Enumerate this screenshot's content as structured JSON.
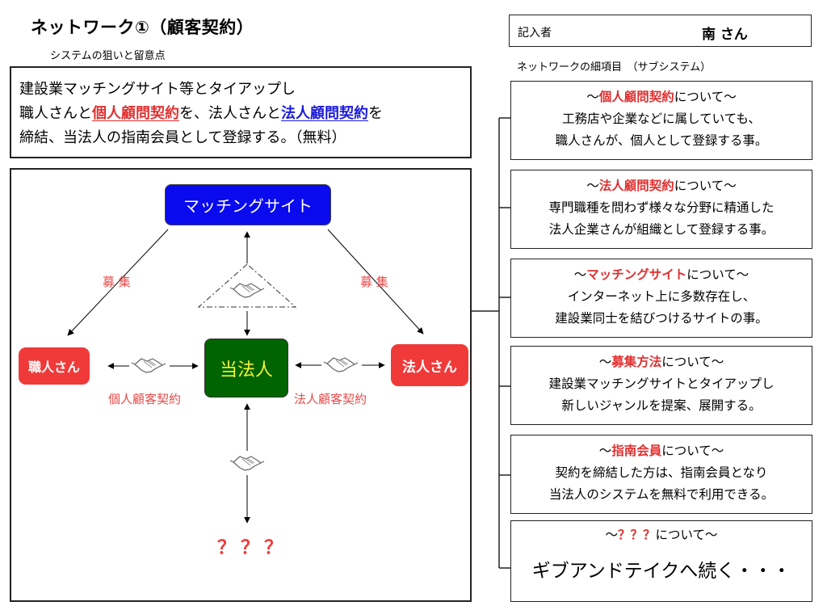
{
  "header": {
    "title": "ネットワーク①（顧客契約）",
    "subtitle": "システムの狙いと留意点",
    "writer_label": "記入者",
    "writer_name": "南 さん",
    "subsystem_label": "ネットワークの細項目　（サブシステム）"
  },
  "aim": {
    "line1": "建設業マッチングサイト等とタイアップし",
    "line2_pre": "職人さんと",
    "line2_red": "個人顧問契約",
    "line2_mid": "を、法人さんと",
    "line2_blue": "法人顧問契約",
    "line2_post": "を",
    "line3": "締結、当法人の指南会員として登録する。（無料）"
  },
  "diagram": {
    "matching_site": "マッチングサイト",
    "corporation": "当法人",
    "craftsman": "職人さん",
    "company": "法人さん",
    "recruit_left": "募 集",
    "recruit_right": "募 集",
    "individual_contract": "個人顧客契約",
    "corporate_contract": "法人顧客契約",
    "unknown": "？？？"
  },
  "items": [
    {
      "prefix": "～",
      "highlight": "個人顧問契約",
      "suffix": "について～",
      "line1": "工務店や企業などに属していても、",
      "line2": "職人さんが、個人として登録する事。"
    },
    {
      "prefix": "～",
      "highlight": "法人顧問契約",
      "suffix": "について～",
      "line1": "専門職種を問わず様々な分野に精通した",
      "line2": "法人企業さんが組織として登録する事。"
    },
    {
      "prefix": "～",
      "highlight": "マッチングサイト",
      "suffix": "について～",
      "line1": "インターネット上に多数存在し、",
      "line2": "建設業同士を結びつけるサイトの事。"
    },
    {
      "prefix": "～",
      "highlight": "募集方法",
      "suffix": "について～",
      "line1": "建設業マッチングサイトとタイアップし",
      "line2": "新しいジャンルを提案、展開する。"
    },
    {
      "prefix": "～",
      "highlight": "指南会員",
      "suffix": "について～",
      "line1": "契約を締結した方は、指南会員となり",
      "line2": "当法人のシステムを無料で利用できる。"
    },
    {
      "prefix": "～",
      "highlight": "？？？",
      "suffix": "について～",
      "line1": "ギブアンドテイクへ続く・・・"
    }
  ],
  "colors": {
    "accent_red": "#e03030",
    "accent_blue": "#1a1adb",
    "node_blue": "#0a0aee",
    "node_green": "#006400",
    "node_red": "#f03a3a"
  },
  "icons": [
    "handshake-icon"
  ]
}
